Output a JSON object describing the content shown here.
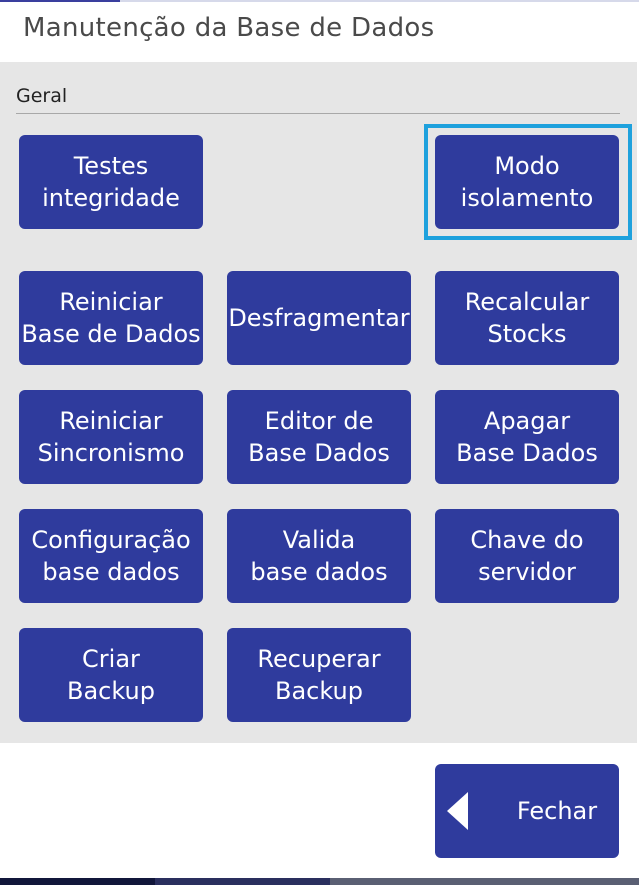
{
  "header": {
    "title": "Manutenção da Base de Dados"
  },
  "section": {
    "label": "Geral"
  },
  "buttons": {
    "testes": "Testes\nintegridade",
    "modo": "Modo\nisolamento",
    "reiniciar_bd": "Reiniciar\nBase de Dados",
    "desfrag": "Desfragmentar",
    "recalcular": "Recalcular\nStocks",
    "reiniciar_sync": "Reiniciar\nSincronismo",
    "editor": "Editor de\nBase Dados",
    "apagar": "Apagar\nBase Dados",
    "config": "Configuração\nbase dados",
    "valida": "Valida\nbase dados",
    "chave": "Chave do\nservidor",
    "criar": "Criar\nBackup",
    "recuperar": "Recuperar\nBackup"
  },
  "footer": {
    "close_label": "Fechar"
  },
  "colors": {
    "button": "#2f3b9d",
    "focus": "#1ea1dd",
    "panel": "#e6e6e6"
  }
}
